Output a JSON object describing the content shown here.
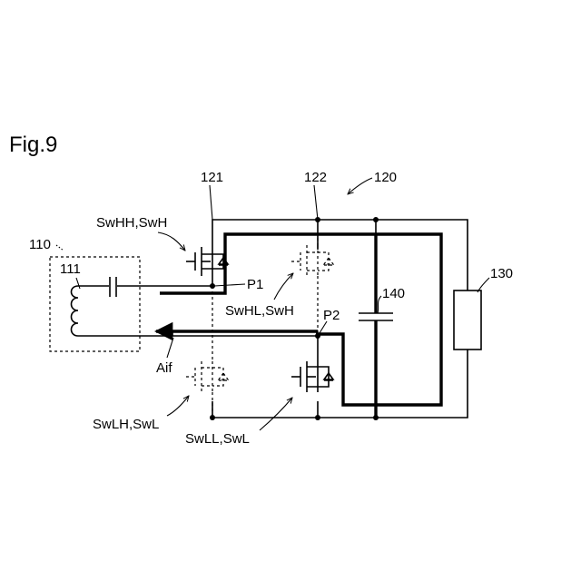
{
  "figure": {
    "title": "Fig.9",
    "refs": {
      "r120": "120",
      "r121": "121",
      "r122": "122",
      "r110": "110",
      "r111": "111",
      "r130": "130",
      "r140": "140"
    },
    "labels": {
      "swhh": "SwHH,SwH",
      "swhl": "SwHL,SwH",
      "swlh": "SwLH,SwL",
      "swll": "SwLL,SwL",
      "p1": "P1",
      "p2": "P2",
      "aif": "Aif"
    },
    "switch_states": {
      "swhh": "on",
      "swhl": "off",
      "swlh": "off",
      "swll": "on"
    }
  }
}
